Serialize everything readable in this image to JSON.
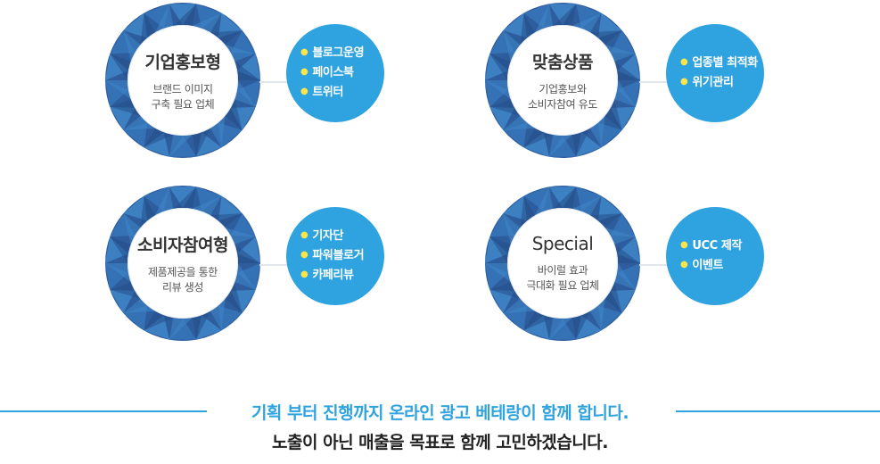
{
  "colors": {
    "ring_dark": "#2e5d9e",
    "ring_light": "#3f86c8",
    "badge": "#2ea3df",
    "bullet": "#ffe54a",
    "accent_text": "#2ea3df"
  },
  "cards": [
    {
      "title": "기업홍보형",
      "subtitle": "브랜드 이미지\n구축 필요 업체",
      "items": [
        "블로그운영",
        "페이스북",
        "트위터"
      ]
    },
    {
      "title": "맞춤상품",
      "subtitle": "기업홍보와\n소비자참여 유도",
      "items": [
        "업종별 최적화",
        "위기관리"
      ]
    },
    {
      "title": "소비자참여형",
      "subtitle": "제품제공을 통한\n리뷰 생성",
      "items": [
        "기자단",
        "파워블로거",
        "카페리뷰"
      ]
    },
    {
      "title": "Special",
      "subtitle": "바이럴 효과\n극대화 필요 업체",
      "items": [
        "UCC 제작",
        "이벤트"
      ]
    }
  ],
  "footer": {
    "line1": "기획 부터 진행까지 온라인 광고 베테랑이 함께 합니다.",
    "line2": "노출이 아닌 매출을 목표로 함께 고민하겠습니다."
  }
}
